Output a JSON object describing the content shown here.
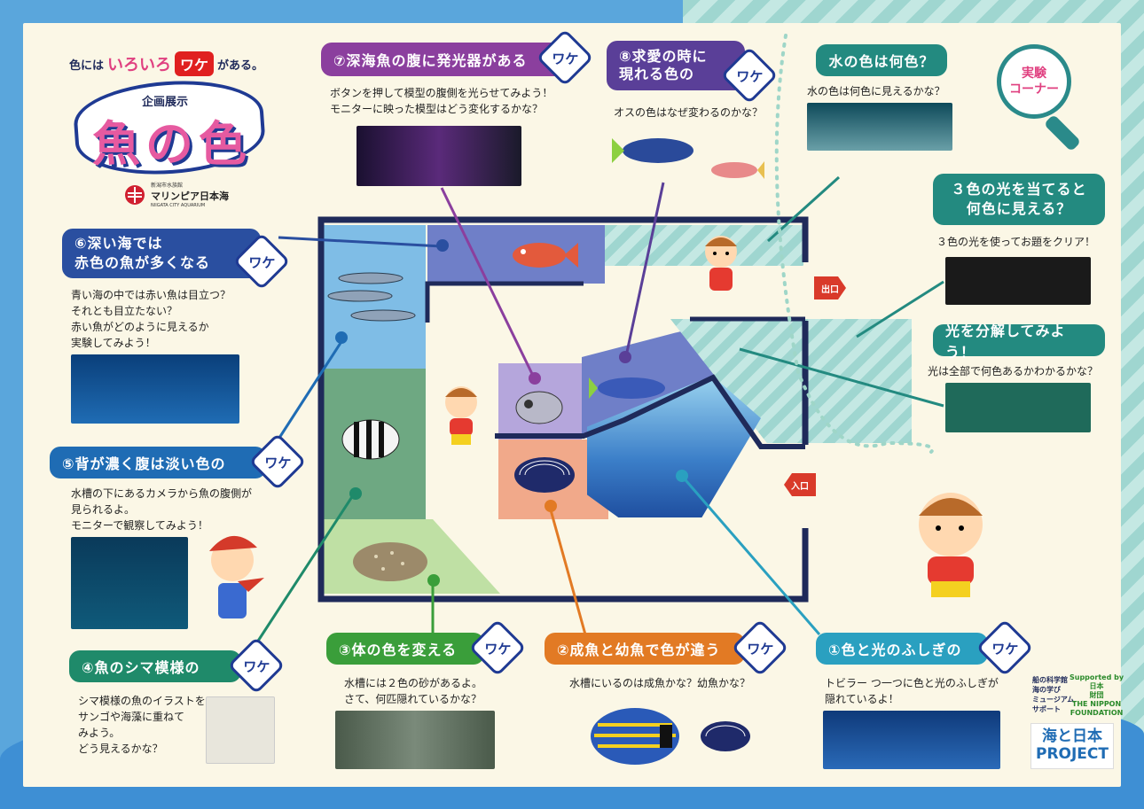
{
  "header": {
    "tagline_pre": "色には",
    "tagline_iroiro": "いろいろ",
    "tagline_wake": "ワケ",
    "tagline_post": "がある。",
    "subtitle": "企画展示",
    "title": "魚の色",
    "org_small": "新潟市水族館",
    "org_name": "マリンピア日本海",
    "org_en": "NIIGATA CITY AQUARIUM"
  },
  "wake": "ワケ",
  "sections": {
    "s7": {
      "title": "⑦深海魚の腹に発光器がある",
      "desc": "ボタンを押して模型の腹側を光らせてみよう！\nモニターに映った模型はどう変化するかな？"
    },
    "s8": {
      "title": "⑧求愛の時に\n現れる色の",
      "desc": "オスの色はなぜ変わるのかな？"
    },
    "s6": {
      "title": "⑥深い海では\n赤色の魚が多くなる",
      "desc": "青い海の中では赤い魚は目立つ？\nそれとも目立たない？\n赤い魚がどのように見えるか\n実験してみよう！"
    },
    "s5": {
      "title": "⑤背が濃く腹は淡い色の",
      "desc": "水槽の下にあるカメラから魚の腹側が\n見られるよ。\nモニターで観察してみよう！"
    },
    "s4": {
      "title": "④魚のシマ模様の",
      "desc": "シマ模様の魚のイラストを\nサンゴや海藻に重ねて\nみよう。\nどう見えるかな？"
    },
    "s3": {
      "title": "③体の色を変える",
      "desc": "水槽には２色の砂があるよ。\nさて、何匹隠れているかな？"
    },
    "s2": {
      "title": "②成魚と幼魚で色が違う",
      "desc": "水槽にいるのは成魚かな？幼魚かな？"
    },
    "s1": {
      "title": "①色と光のふしぎの",
      "desc": "トビラー つ一つに色と光のふしぎが\n隠れているよ！"
    }
  },
  "experiment": {
    "badge": "実験\nコーナー",
    "e1": {
      "title": "水の色は何色？",
      "desc": "水の色は何色に見えるかな？"
    },
    "e2": {
      "title": "３色の光を当てると\n何色に見える？",
      "desc": "３色の光を使ってお題をクリア！"
    },
    "e3": {
      "title": "光を分解してみよう！",
      "desc": "光は全部で何色あるかわかるかな？"
    }
  },
  "map": {
    "exit": "出口",
    "entrance": "入口"
  },
  "sponsors": {
    "s1": "船の科学館\n海の学び\nミュージアム\nサポート",
    "s2": "Supported by\n日本\n財団\nTHE NIPPON\nFOUNDATION",
    "s3": "海と日本\nPROJECT"
  },
  "colors": {
    "s7": "#8b3f9e",
    "s8": "#5a3f98",
    "s6": "#2a4fa0",
    "s5": "#1f6cb4",
    "s4": "#1f8a6a",
    "s3": "#3a9e3a",
    "s2": "#e27a24",
    "s1": "#2aa0c0",
    "exp": "#238a80",
    "navy": "#1f2a5a"
  }
}
